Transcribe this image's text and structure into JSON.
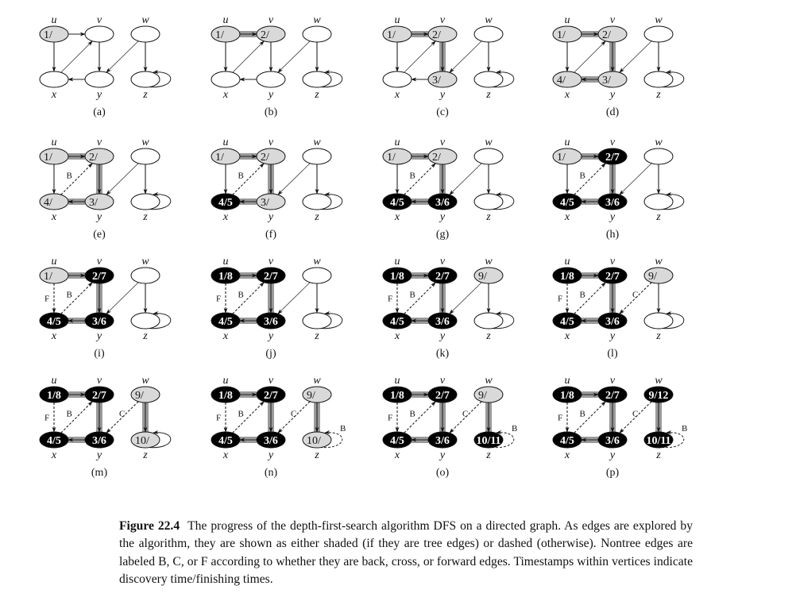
{
  "figure": {
    "label": "Figure 22.4",
    "caption": "The progress of the depth-first-search algorithm DFS on a directed graph. As edges are explored by the algorithm, they are shown as either shaded (if they are tree edges) or dashed (otherwise). Nontree edges are labeled B, C, or F according to whether they are back, cross, or forward edges. Timestamps within vertices indicate discovery time/finishing times."
  },
  "colors": {
    "white": "#ffffff",
    "gray": "#d9d9d9",
    "black": "#000000",
    "tree_shade": "#9a9a9a",
    "edge": "#222222"
  },
  "vertex_names": {
    "u": "u",
    "v": "v",
    "w": "w",
    "x": "x",
    "y": "y",
    "z": "z"
  },
  "edges": [
    {
      "id": "uv",
      "from": "u",
      "to": "v"
    },
    {
      "id": "ux",
      "from": "u",
      "to": "x"
    },
    {
      "id": "xv",
      "from": "x",
      "to": "v"
    },
    {
      "id": "vy",
      "from": "v",
      "to": "y"
    },
    {
      "id": "yx",
      "from": "y",
      "to": "x"
    },
    {
      "id": "wy",
      "from": "w",
      "to": "y"
    },
    {
      "id": "wz",
      "from": "w",
      "to": "z"
    },
    {
      "id": "zz",
      "from": "z",
      "to": "z"
    }
  ],
  "panels": [
    {
      "label": "(a)",
      "nodes": {
        "u": [
          "gray",
          "1/"
        ],
        "v": [
          "white",
          ""
        ],
        "w": [
          "white",
          ""
        ],
        "x": [
          "white",
          ""
        ],
        "y": [
          "white",
          ""
        ],
        "z": [
          "white",
          ""
        ]
      },
      "edges": {}
    },
    {
      "label": "(b)",
      "nodes": {
        "u": [
          "gray",
          "1/"
        ],
        "v": [
          "gray",
          "2/"
        ],
        "w": [
          "white",
          ""
        ],
        "x": [
          "white",
          ""
        ],
        "y": [
          "white",
          ""
        ],
        "z": [
          "white",
          ""
        ]
      },
      "edges": {
        "uv": "T"
      }
    },
    {
      "label": "(c)",
      "nodes": {
        "u": [
          "gray",
          "1/"
        ],
        "v": [
          "gray",
          "2/"
        ],
        "w": [
          "white",
          ""
        ],
        "x": [
          "white",
          ""
        ],
        "y": [
          "gray",
          "3/"
        ],
        "z": [
          "white",
          ""
        ]
      },
      "edges": {
        "uv": "T",
        "vy": "T"
      }
    },
    {
      "label": "(d)",
      "nodes": {
        "u": [
          "gray",
          "1/"
        ],
        "v": [
          "gray",
          "2/"
        ],
        "w": [
          "white",
          ""
        ],
        "x": [
          "gray",
          "4/"
        ],
        "y": [
          "gray",
          "3/"
        ],
        "z": [
          "white",
          ""
        ]
      },
      "edges": {
        "uv": "T",
        "vy": "T",
        "yx": "T"
      }
    },
    {
      "label": "(e)",
      "nodes": {
        "u": [
          "gray",
          "1/"
        ],
        "v": [
          "gray",
          "2/"
        ],
        "w": [
          "white",
          ""
        ],
        "x": [
          "gray",
          "4/"
        ],
        "y": [
          "gray",
          "3/"
        ],
        "z": [
          "white",
          ""
        ]
      },
      "edges": {
        "uv": "T",
        "vy": "T",
        "yx": "T",
        "xv": "B"
      }
    },
    {
      "label": "(f)",
      "nodes": {
        "u": [
          "gray",
          "1/"
        ],
        "v": [
          "gray",
          "2/"
        ],
        "w": [
          "white",
          ""
        ],
        "x": [
          "black",
          "4/5"
        ],
        "y": [
          "gray",
          "3/"
        ],
        "z": [
          "white",
          ""
        ]
      },
      "edges": {
        "uv": "T",
        "vy": "T",
        "yx": "T",
        "xv": "B"
      }
    },
    {
      "label": "(g)",
      "nodes": {
        "u": [
          "gray",
          "1/"
        ],
        "v": [
          "gray",
          "2/"
        ],
        "w": [
          "white",
          ""
        ],
        "x": [
          "black",
          "4/5"
        ],
        "y": [
          "black",
          "3/6"
        ],
        "z": [
          "white",
          ""
        ]
      },
      "edges": {
        "uv": "T",
        "vy": "T",
        "yx": "T",
        "xv": "B"
      }
    },
    {
      "label": "(h)",
      "nodes": {
        "u": [
          "gray",
          "1/"
        ],
        "v": [
          "black",
          "2/7"
        ],
        "w": [
          "white",
          ""
        ],
        "x": [
          "black",
          "4/5"
        ],
        "y": [
          "black",
          "3/6"
        ],
        "z": [
          "white",
          ""
        ]
      },
      "edges": {
        "uv": "T",
        "vy": "T",
        "yx": "T",
        "xv": "B"
      }
    },
    {
      "label": "(i)",
      "nodes": {
        "u": [
          "gray",
          "1/"
        ],
        "v": [
          "black",
          "2/7"
        ],
        "w": [
          "white",
          ""
        ],
        "x": [
          "black",
          "4/5"
        ],
        "y": [
          "black",
          "3/6"
        ],
        "z": [
          "white",
          ""
        ]
      },
      "edges": {
        "uv": "T",
        "vy": "T",
        "yx": "T",
        "xv": "B",
        "ux": "F"
      }
    },
    {
      "label": "(j)",
      "nodes": {
        "u": [
          "black",
          "1/8"
        ],
        "v": [
          "black",
          "2/7"
        ],
        "w": [
          "white",
          ""
        ],
        "x": [
          "black",
          "4/5"
        ],
        "y": [
          "black",
          "3/6"
        ],
        "z": [
          "white",
          ""
        ]
      },
      "edges": {
        "uv": "T",
        "vy": "T",
        "yx": "T",
        "xv": "B",
        "ux": "F"
      }
    },
    {
      "label": "(k)",
      "nodes": {
        "u": [
          "black",
          "1/8"
        ],
        "v": [
          "black",
          "2/7"
        ],
        "w": [
          "gray",
          "9/"
        ],
        "x": [
          "black",
          "4/5"
        ],
        "y": [
          "black",
          "3/6"
        ],
        "z": [
          "white",
          ""
        ]
      },
      "edges": {
        "uv": "T",
        "vy": "T",
        "yx": "T",
        "xv": "B",
        "ux": "F"
      }
    },
    {
      "label": "(l)",
      "nodes": {
        "u": [
          "black",
          "1/8"
        ],
        "v": [
          "black",
          "2/7"
        ],
        "w": [
          "gray",
          "9/"
        ],
        "x": [
          "black",
          "4/5"
        ],
        "y": [
          "black",
          "3/6"
        ],
        "z": [
          "white",
          ""
        ]
      },
      "edges": {
        "uv": "T",
        "vy": "T",
        "yx": "T",
        "xv": "B",
        "ux": "F",
        "wy": "C"
      }
    },
    {
      "label": "(m)",
      "nodes": {
        "u": [
          "black",
          "1/8"
        ],
        "v": [
          "black",
          "2/7"
        ],
        "w": [
          "gray",
          "9/"
        ],
        "x": [
          "black",
          "4/5"
        ],
        "y": [
          "black",
          "3/6"
        ],
        "z": [
          "gray",
          "10/"
        ]
      },
      "edges": {
        "uv": "T",
        "vy": "T",
        "yx": "T",
        "xv": "B",
        "ux": "F",
        "wy": "C",
        "wz": "T"
      }
    },
    {
      "label": "(n)",
      "nodes": {
        "u": [
          "black",
          "1/8"
        ],
        "v": [
          "black",
          "2/7"
        ],
        "w": [
          "gray",
          "9/"
        ],
        "x": [
          "black",
          "4/5"
        ],
        "y": [
          "black",
          "3/6"
        ],
        "z": [
          "gray",
          "10/"
        ]
      },
      "edges": {
        "uv": "T",
        "vy": "T",
        "yx": "T",
        "xv": "B",
        "ux": "F",
        "wy": "C",
        "wz": "T",
        "zz": "B"
      }
    },
    {
      "label": "(o)",
      "nodes": {
        "u": [
          "black",
          "1/8"
        ],
        "v": [
          "black",
          "2/7"
        ],
        "w": [
          "gray",
          "9/"
        ],
        "x": [
          "black",
          "4/5"
        ],
        "y": [
          "black",
          "3/6"
        ],
        "z": [
          "black",
          "10/11"
        ]
      },
      "edges": {
        "uv": "T",
        "vy": "T",
        "yx": "T",
        "xv": "B",
        "ux": "F",
        "wy": "C",
        "wz": "T",
        "zz": "B"
      }
    },
    {
      "label": "(p)",
      "nodes": {
        "u": [
          "black",
          "1/8"
        ],
        "v": [
          "black",
          "2/7"
        ],
        "w": [
          "black",
          "9/12"
        ],
        "x": [
          "black",
          "4/5"
        ],
        "y": [
          "black",
          "3/6"
        ],
        "z": [
          "black",
          "10/11"
        ]
      },
      "edges": {
        "uv": "T",
        "vy": "T",
        "yx": "T",
        "xv": "B",
        "ux": "F",
        "wy": "C",
        "wz": "T",
        "zz": "B"
      }
    }
  ]
}
